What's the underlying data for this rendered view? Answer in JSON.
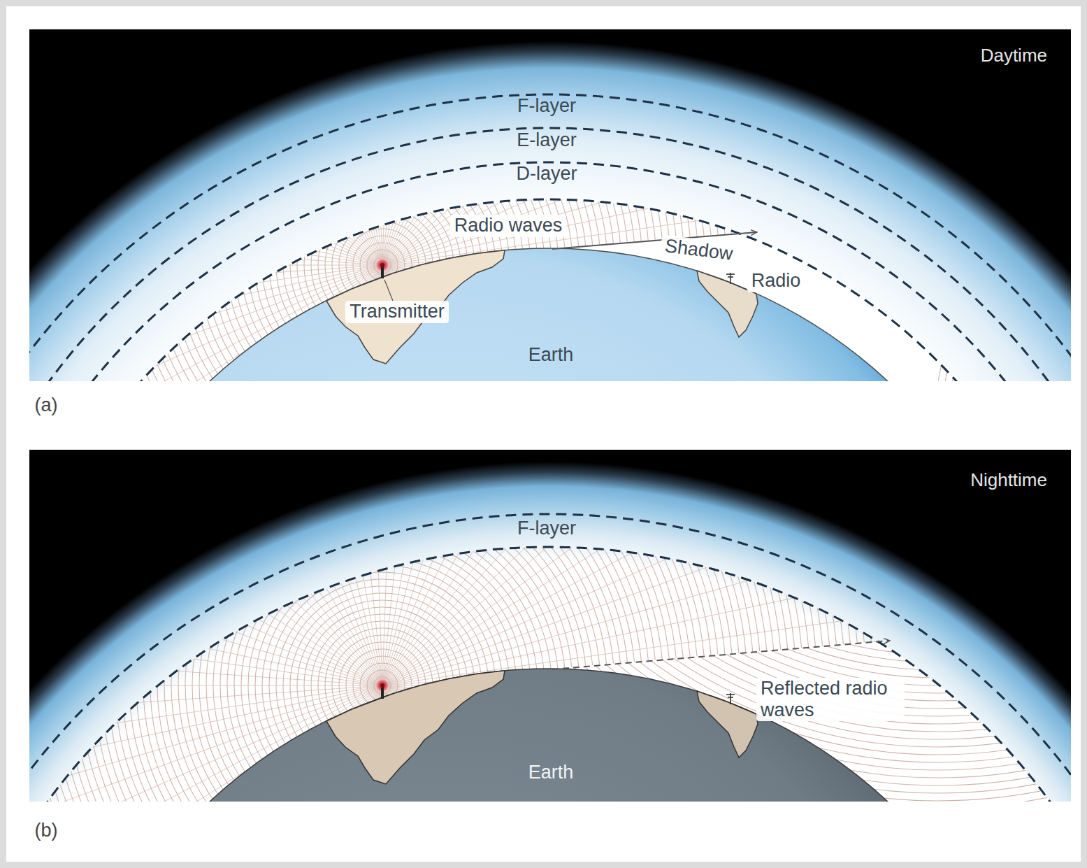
{
  "diagram": {
    "nodes": [
      {
        "text": [
          "Daytime"
        ]
      },
      {
        "text": [
          "Nighttime"
        ]
      }
    ],
    "labels": [
      "F-layer",
      "E-layer",
      "D-layer",
      "Radio waves",
      "Shadow",
      "Radio",
      "Transmitter",
      "Earth",
      "(a)",
      "F-layer",
      "Reflected radio waves",
      "Earth",
      "(b)"
    ]
  }
}
